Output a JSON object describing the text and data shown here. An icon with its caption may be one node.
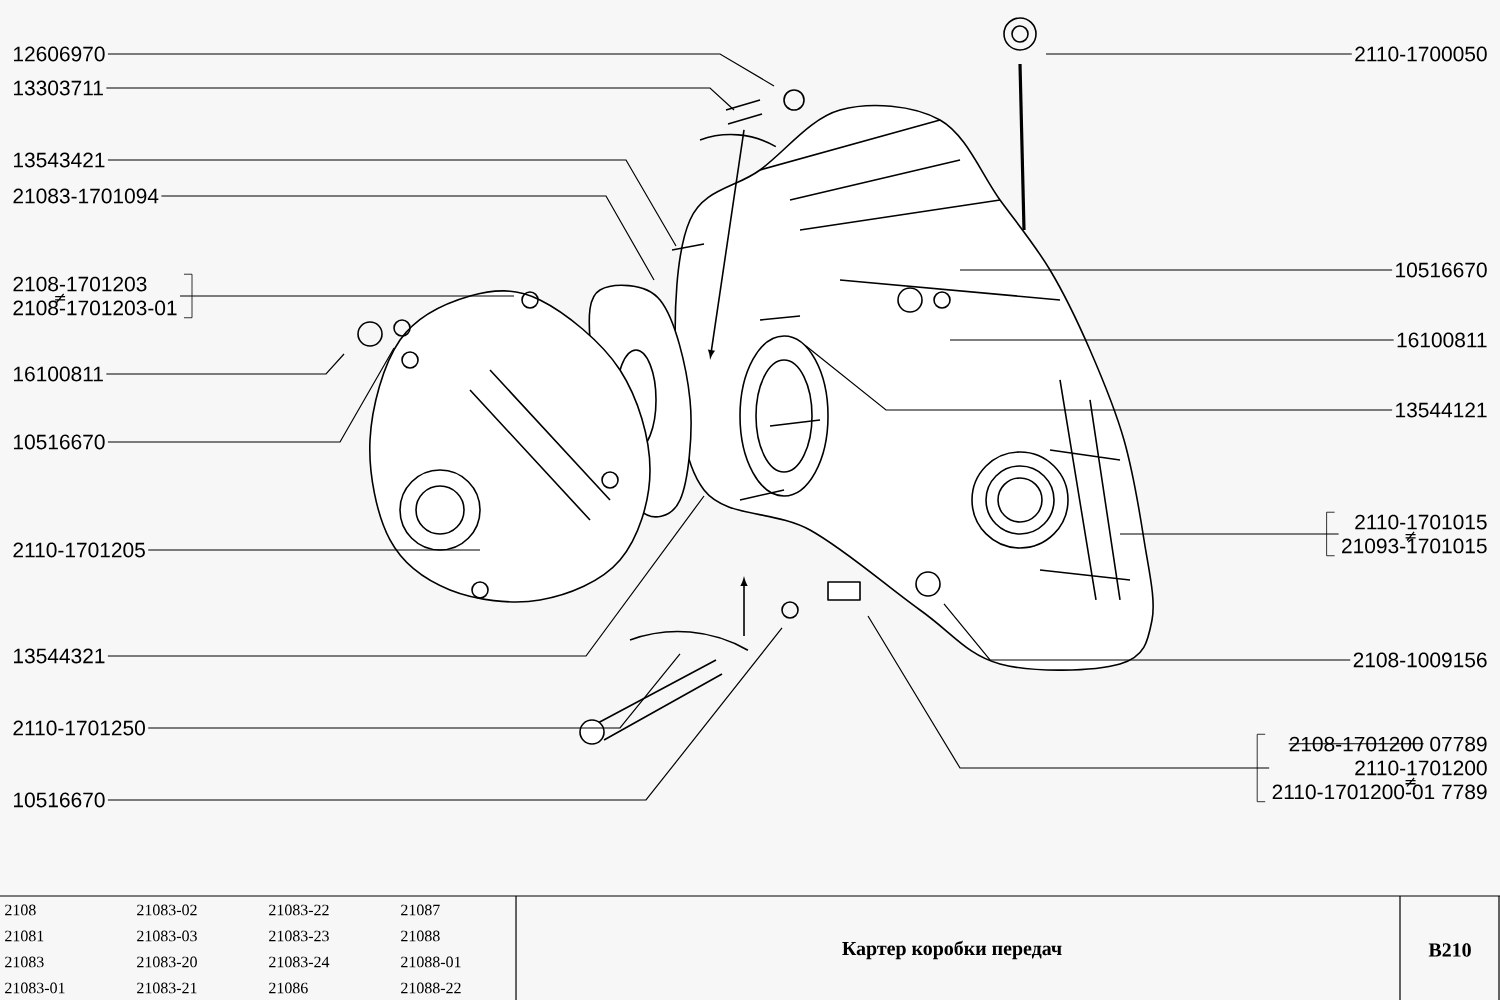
{
  "diagram": {
    "title": "Картер коробки передач",
    "nodes": [
      {
        "text": [
          "12606970"
        ]
      },
      {
        "text": [
          "13303711"
        ]
      },
      {
        "text": [
          "13543421"
        ]
      },
      {
        "text": [
          "21083-1701094"
        ]
      },
      {
        "text": [
          "2108-1701203",
          "≠",
          "2108-1701203-01"
        ]
      },
      {
        "text": [
          "16100811"
        ]
      },
      {
        "text": [
          "10516670"
        ]
      },
      {
        "text": [
          "2110-1701205"
        ]
      },
      {
        "text": [
          "13544321"
        ]
      },
      {
        "text": [
          "2110-1701250"
        ]
      },
      {
        "text": [
          "10516670"
        ]
      },
      {
        "text": [
          "2110-1700050"
        ]
      },
      {
        "text": [
          "10516670"
        ]
      },
      {
        "text": [
          "16100811"
        ]
      },
      {
        "text": [
          "13544121"
        ]
      },
      {
        "text": [
          "2110-1701015",
          "≠",
          "21093-1701015"
        ]
      },
      {
        "text": [
          "2108-1009156"
        ]
      },
      {
        "text": [
          "2108-1701200",
          "07789",
          "2110-1701200",
          "≠",
          "2110-1701200-01",
          "7789"
        ]
      }
    ],
    "edges": [
      {
        "from": 0,
        "to": null,
        "arrow": "none"
      },
      {
        "from": 1,
        "to": null,
        "arrow": "none"
      },
      {
        "from": 2,
        "to": null,
        "arrow": "none"
      },
      {
        "from": 3,
        "to": null,
        "arrow": "none"
      },
      {
        "from": 4,
        "to": null,
        "arrow": "none"
      },
      {
        "from": 5,
        "to": null,
        "arrow": "none"
      },
      {
        "from": 6,
        "to": null,
        "arrow": "none"
      },
      {
        "from": 7,
        "to": null,
        "arrow": "none"
      },
      {
        "from": 8,
        "to": null,
        "arrow": "none"
      },
      {
        "from": 9,
        "to": null,
        "arrow": "none"
      },
      {
        "from": 10,
        "to": null,
        "arrow": "none"
      },
      {
        "from": 11,
        "to": null,
        "arrow": "none"
      },
      {
        "from": 12,
        "to": null,
        "arrow": "none"
      },
      {
        "from": 13,
        "to": null,
        "arrow": "none"
      },
      {
        "from": 14,
        "to": null,
        "arrow": "none"
      },
      {
        "from": 15,
        "to": null,
        "arrow": "none"
      },
      {
        "from": 16,
        "to": null,
        "arrow": "none"
      },
      {
        "from": 17,
        "to": null,
        "arrow": "none"
      }
    ],
    "labels": [
      "2108",
      "21083-02",
      "21083-22",
      "21087",
      "21081",
      "21083-03",
      "21083-23",
      "21088",
      "21083",
      "21083-20",
      "21083-24",
      "21088-01",
      "21083-01",
      "21083-21",
      "21086",
      "21088-22",
      "B210"
    ]
  }
}
